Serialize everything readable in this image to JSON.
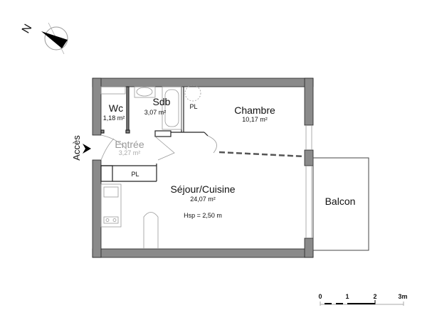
{
  "compass": {
    "north_label": "N",
    "icon": "compass-icon"
  },
  "access": {
    "label": "Accès",
    "icon": "arrow-right-icon"
  },
  "rooms": {
    "wc": {
      "name": "Wc",
      "area": "1,18 m²"
    },
    "sdb": {
      "name": "Sdb",
      "area": "3,07 m²"
    },
    "placard_sdb": {
      "name": "PL"
    },
    "chambre": {
      "name": "Chambre",
      "area": "10,17 m²"
    },
    "entree": {
      "name": "Entrée",
      "area": "3,27 m²"
    },
    "placard_entree": {
      "name": "PL"
    },
    "sejour": {
      "name": "Séjour/Cuisine",
      "area": "24,07 m²",
      "height": "Hsp = 2,50 m"
    },
    "balcon": {
      "name": "Balcon"
    }
  },
  "scale_bar": {
    "ticks": [
      "0",
      "1",
      "2",
      "3m"
    ]
  },
  "colors": {
    "wall": "#8a8a8a",
    "line": "#222222",
    "fixture": "#999999"
  }
}
